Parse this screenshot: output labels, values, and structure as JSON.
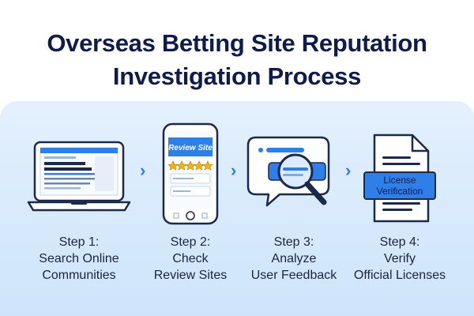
{
  "title": {
    "line1": "Overseas Betting Site Reputation",
    "line2": "Investigation Process"
  },
  "steps": [
    {
      "number": "Step 1:",
      "line1": "Search Online",
      "line2": "Communities",
      "icon": "laptop-search-icon"
    },
    {
      "number": "Step 2:",
      "line1": "Check",
      "line2": "Review Sites",
      "icon": "phone-review-icon",
      "screen_title": "Review Site"
    },
    {
      "number": "Step 3:",
      "line1": "Analyze",
      "line2": "User Feedback",
      "icon": "chat-magnifier-icon"
    },
    {
      "number": "Step 4:",
      "line1": "Verify",
      "line2": "Official Licenses",
      "icon": "license-document-icon",
      "badge_line1": "License",
      "badge_line2": "Verification"
    }
  ],
  "arrow_glyph": "›",
  "colors": {
    "title": "#0f1b4d",
    "accent": "#2f7fe8",
    "panel": "#d6e9fc",
    "text": "#1b2440",
    "star": "#f5b400"
  }
}
